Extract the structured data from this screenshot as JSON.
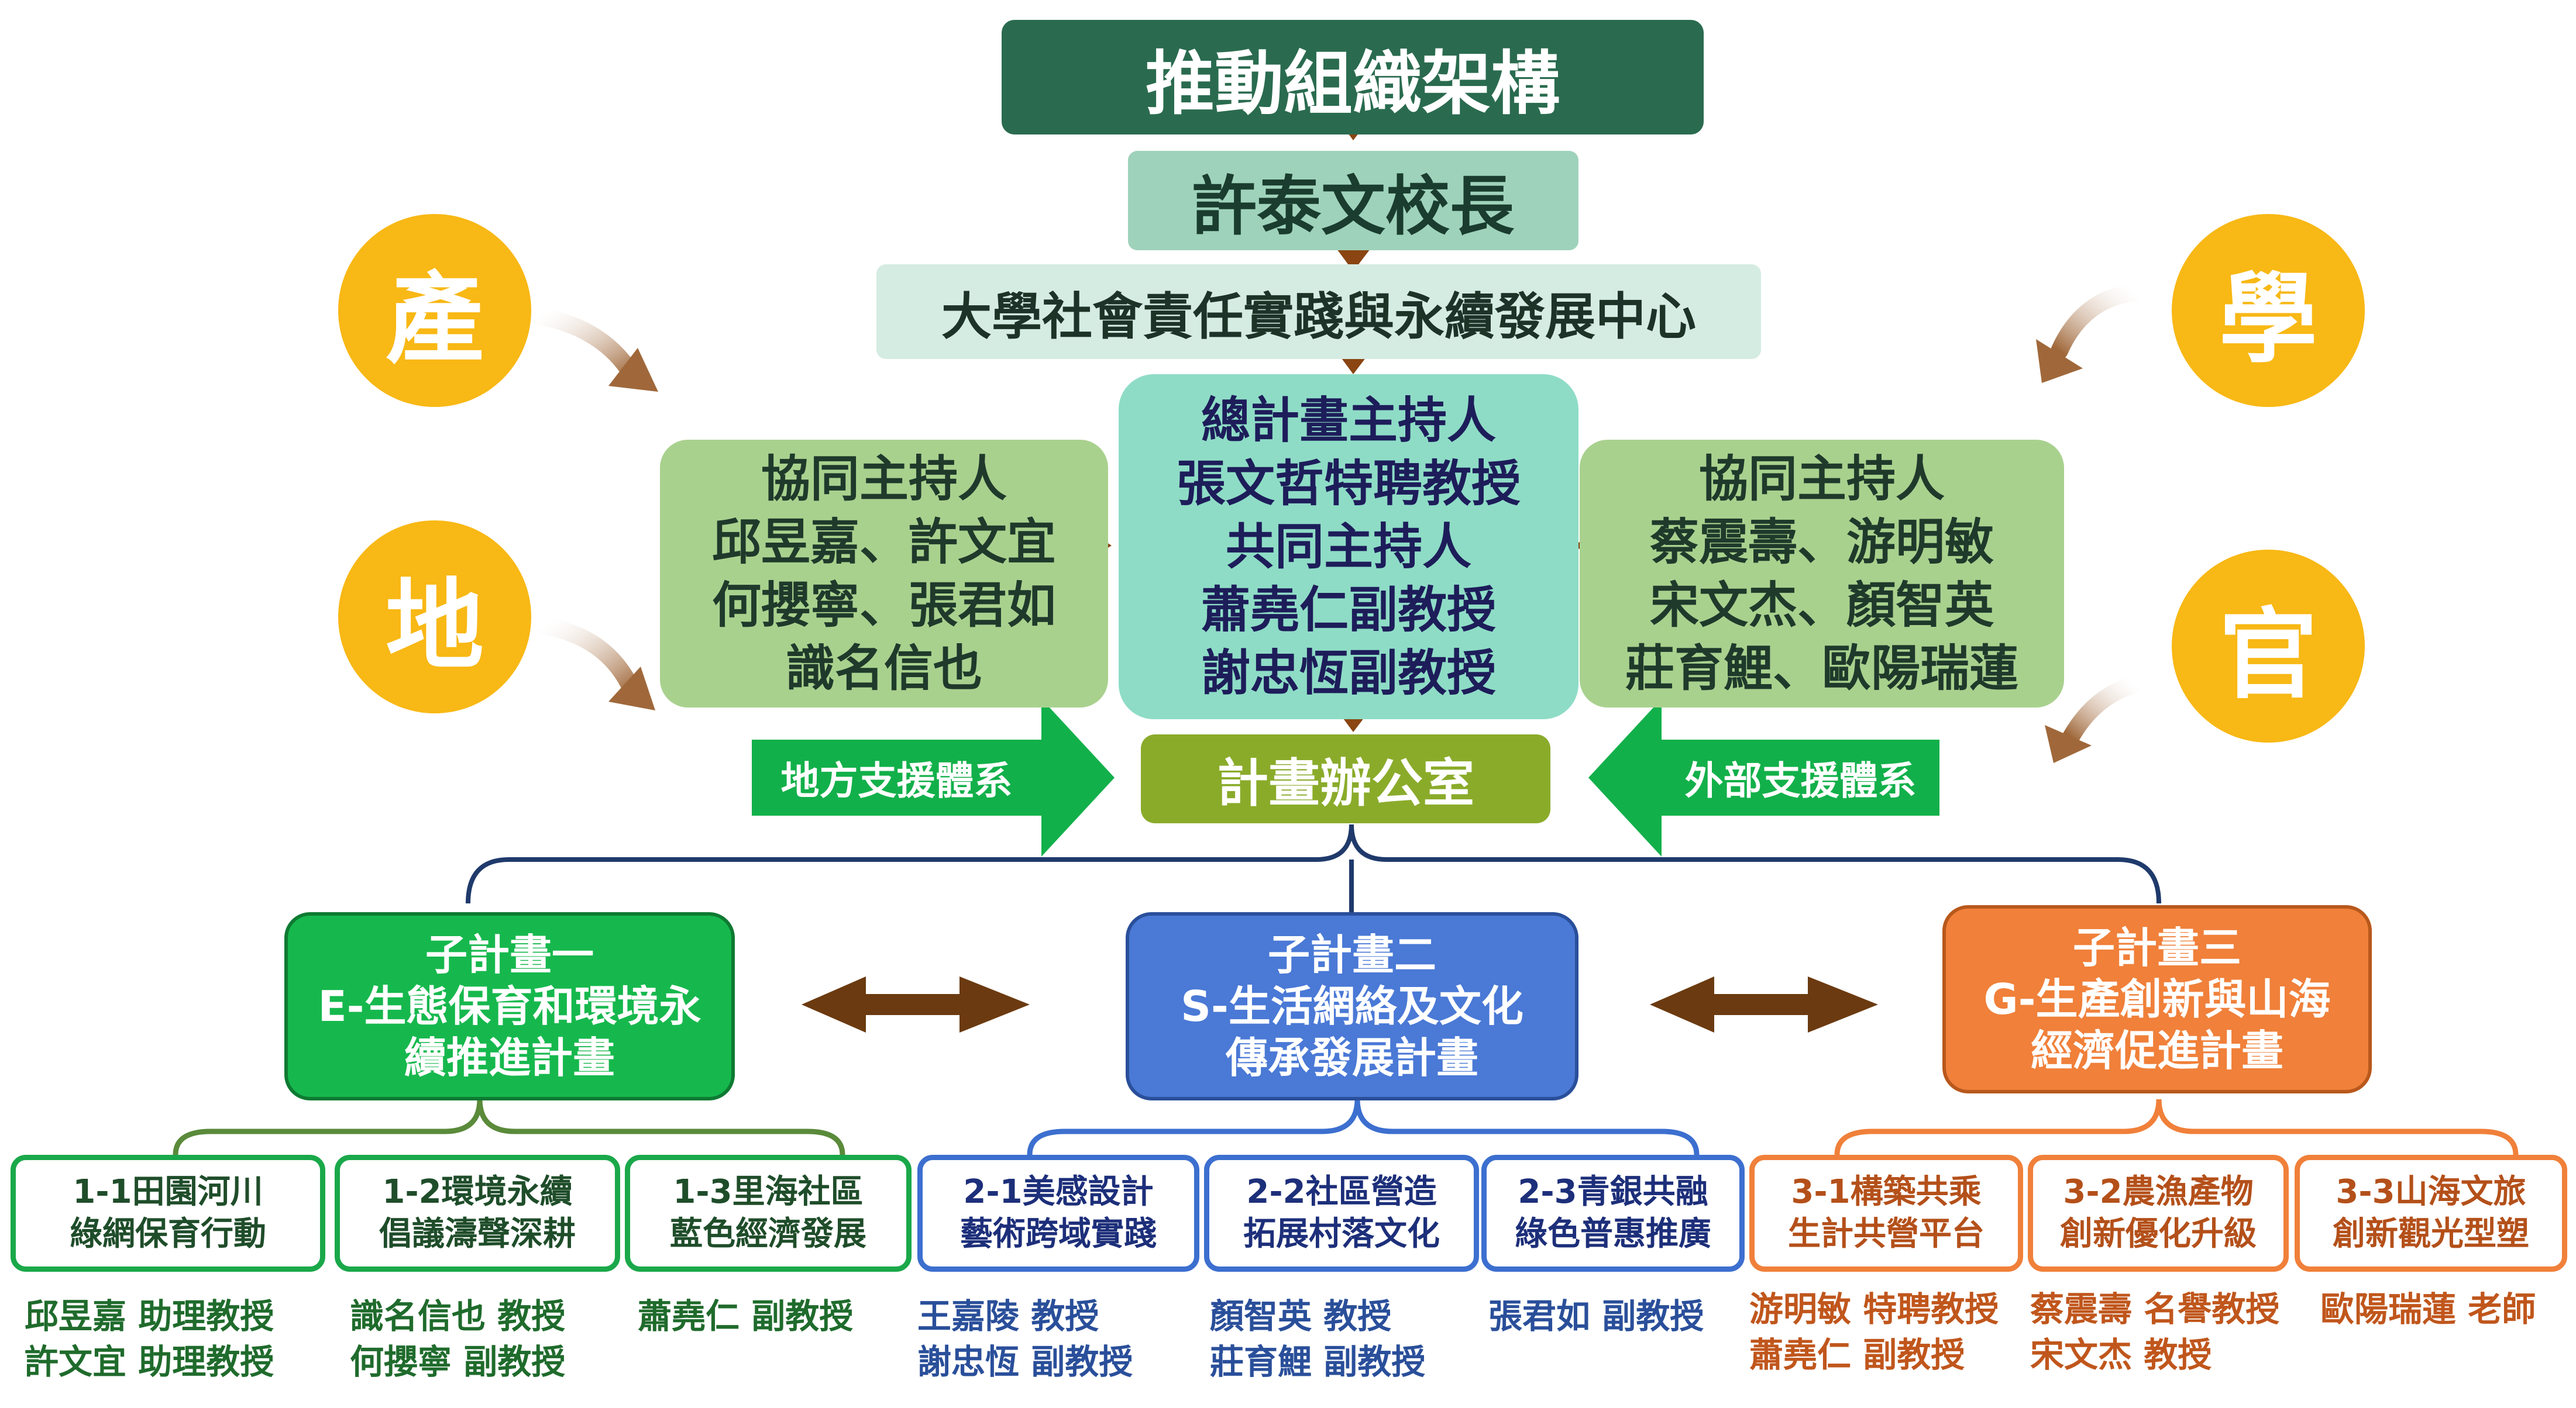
{
  "title": "推動組織架構",
  "president": "許泰文校長",
  "center": "大學社會責任實踐與永續發展中心",
  "circles": {
    "industry": "產",
    "academia": "學",
    "local": "地",
    "government": "官"
  },
  "pi_box": {
    "line1": "總計畫主持人",
    "line2": "張文哲特聘教授",
    "line3": "共同主持人",
    "line4": "蕭堯仁副教授",
    "line5": "謝忠恆副教授"
  },
  "copi_left": {
    "line1": "協同主持人",
    "line2": "邱昱嘉、許文宜",
    "line3": "何攖寧、張君如",
    "line4": "識名信也"
  },
  "copi_right": {
    "line1": "協同主持人",
    "line2": "蔡震壽、游明敏",
    "line3": "宋文杰、顏智英",
    "line4": "莊育鯉、歐陽瑞蓮"
  },
  "office": "計畫辦公室",
  "local_support": "地方支援體系",
  "external_support": "外部支援體系",
  "subprojects": [
    {
      "line1": "子計畫一",
      "line2": "E-生態保育和環境永",
      "line3": "續推進計畫"
    },
    {
      "line1": "子計畫二",
      "line2": "S-生活網絡及文化",
      "line3": "傳承發展計畫"
    },
    {
      "line1": "子計畫三",
      "line2": "G-生產創新與山海",
      "line3": "經濟促進計畫"
    }
  ],
  "items": [
    {
      "line1": "1-1田園河川",
      "line2": "綠網保育行動",
      "people": [
        "邱昱嘉 助理教授",
        "許文宜 助理教授"
      ]
    },
    {
      "line1": "1-2環境永續",
      "line2": "倡議濤聲深耕",
      "people": [
        "識名信也 教授",
        "何攖寧 副教授"
      ]
    },
    {
      "line1": "1-3里海社區",
      "line2": "藍色經濟發展",
      "people": [
        "蕭堯仁 副教授"
      ]
    },
    {
      "line1": "2-1美感設計",
      "line2": "藝術跨域實踐",
      "people": [
        "王嘉陵 教授",
        "謝忠恆 副教授"
      ]
    },
    {
      "line1": "2-2社區營造",
      "line2": "拓展村落文化",
      "people": [
        "顏智英 教授",
        "莊育鯉 副教授"
      ]
    },
    {
      "line1": "2-3青銀共融",
      "line2": "綠色普惠推廣",
      "people": [
        "張君如 副教授"
      ]
    },
    {
      "line1": "3-1構築共乘",
      "line2": "生計共營平台",
      "people": [
        "游明敏 特聘教授",
        "蕭堯仁 副教授"
      ]
    },
    {
      "line1": "3-2農漁產物",
      "line2": "創新優化升級",
      "people": [
        "蔡震壽 名譽教授",
        "宋文杰 教授"
      ]
    },
    {
      "line1": "3-3山海文旅",
      "line2": "創新觀光型塑",
      "people": [
        "歐陽瑞蓮 老師"
      ]
    }
  ],
  "colors": {
    "title_bg": "#2a6b4f",
    "president_bg": "#9fd2bb",
    "center_bg": "#d5ece3",
    "circle": "#f8b815",
    "copi_bg": "#a9d18e",
    "pi_bg": "#8edcc6",
    "office_bg": "#8aab2a",
    "support_arrow": "#12b04a",
    "sub1": "#16b84d",
    "sub2": "#4a79d6",
    "sub3": "#f0803a",
    "connector_arrow": "#6b3a10",
    "bracket": "#1f3a6b"
  }
}
